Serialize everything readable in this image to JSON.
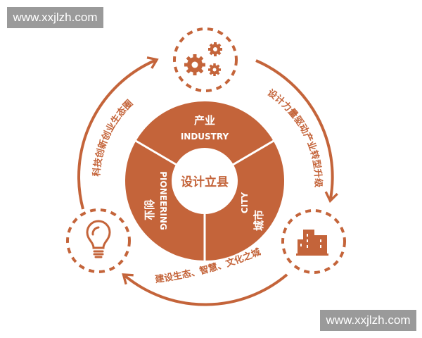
{
  "colors": {
    "accent": "#c4643a",
    "watermark_bg": "#9a9a9a"
  },
  "watermarks": [
    "www.xxjlzh.com",
    "www.xxjlzh.com"
  ],
  "center": {
    "label": "设计立县"
  },
  "segments": [
    {
      "zh": "产业",
      "en": "INDUSTRY"
    },
    {
      "zh": "创业",
      "en": "PIONEERING"
    },
    {
      "zh": "城市",
      "en": "CITY"
    }
  ],
  "cycle_labels": {
    "left": "科技创新创业生态圈",
    "right": "设计力量驱动产业转型升级",
    "bottom": "建设生态、智慧、文化之城"
  },
  "icons": [
    "gears-icon",
    "lightbulb-icon",
    "buildings-icon"
  ]
}
